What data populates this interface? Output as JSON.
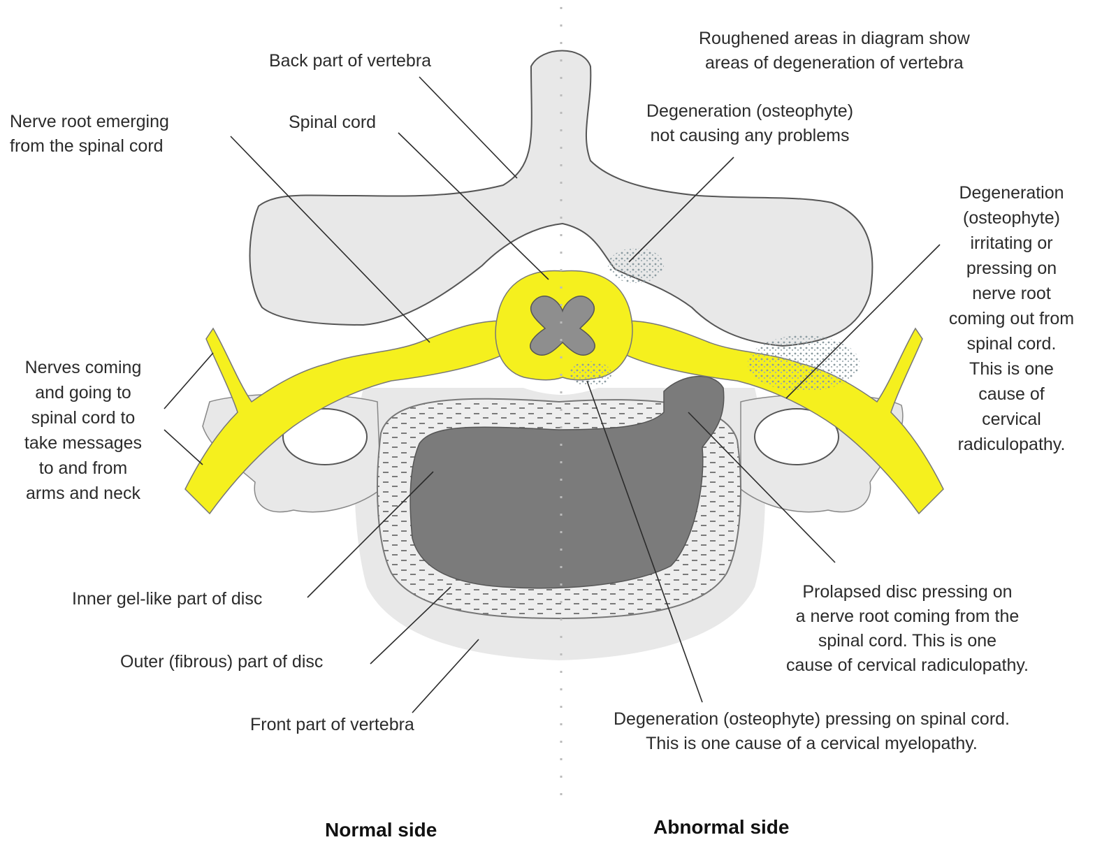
{
  "labels": {
    "back_part": "Back part of vertebra",
    "roughened": [
      "Roughened areas in diagram show",
      "areas of degeneration of vertebra"
    ],
    "nerve_root": [
      "Nerve root emerging",
      "from the spinal cord"
    ],
    "spinal_cord": "Spinal cord",
    "degen_no_problem": [
      "Degeneration (osteophyte)",
      "not causing any problems"
    ],
    "degen_irritating": [
      "Degeneration",
      "(osteophyte)",
      "irritating or",
      "pressing on",
      "nerve root",
      "coming out from",
      "spinal cord.",
      "This is one",
      "cause of",
      "cervical",
      "radiculopathy."
    ],
    "nerves_coming": [
      "Nerves coming",
      "and going to",
      "spinal cord to",
      "take messages",
      "to and from",
      "arms and neck"
    ],
    "inner_gel": "Inner gel-like part of disc",
    "outer_fibrous": "Outer (fibrous) part of disc",
    "front_part": "Front part of vertebra",
    "prolapsed": [
      "Prolapsed disc pressing on",
      "a nerve root coming from the",
      "spinal cord. This is one",
      "cause of cervical radiculopathy."
    ],
    "degen_myelopathy": [
      "Degeneration (osteophyte) pressing on spinal cord.",
      "This is one cause of a cervical myelopathy."
    ]
  },
  "sides": {
    "normal": "Normal side",
    "abnormal": "Abnormal side"
  },
  "colors": {
    "bone": "#e8e8e8",
    "nerve": "#f5f01e",
    "gel": "#7b7b7b",
    "grey_matter": "#8e8e8e",
    "outline": "#555555"
  }
}
